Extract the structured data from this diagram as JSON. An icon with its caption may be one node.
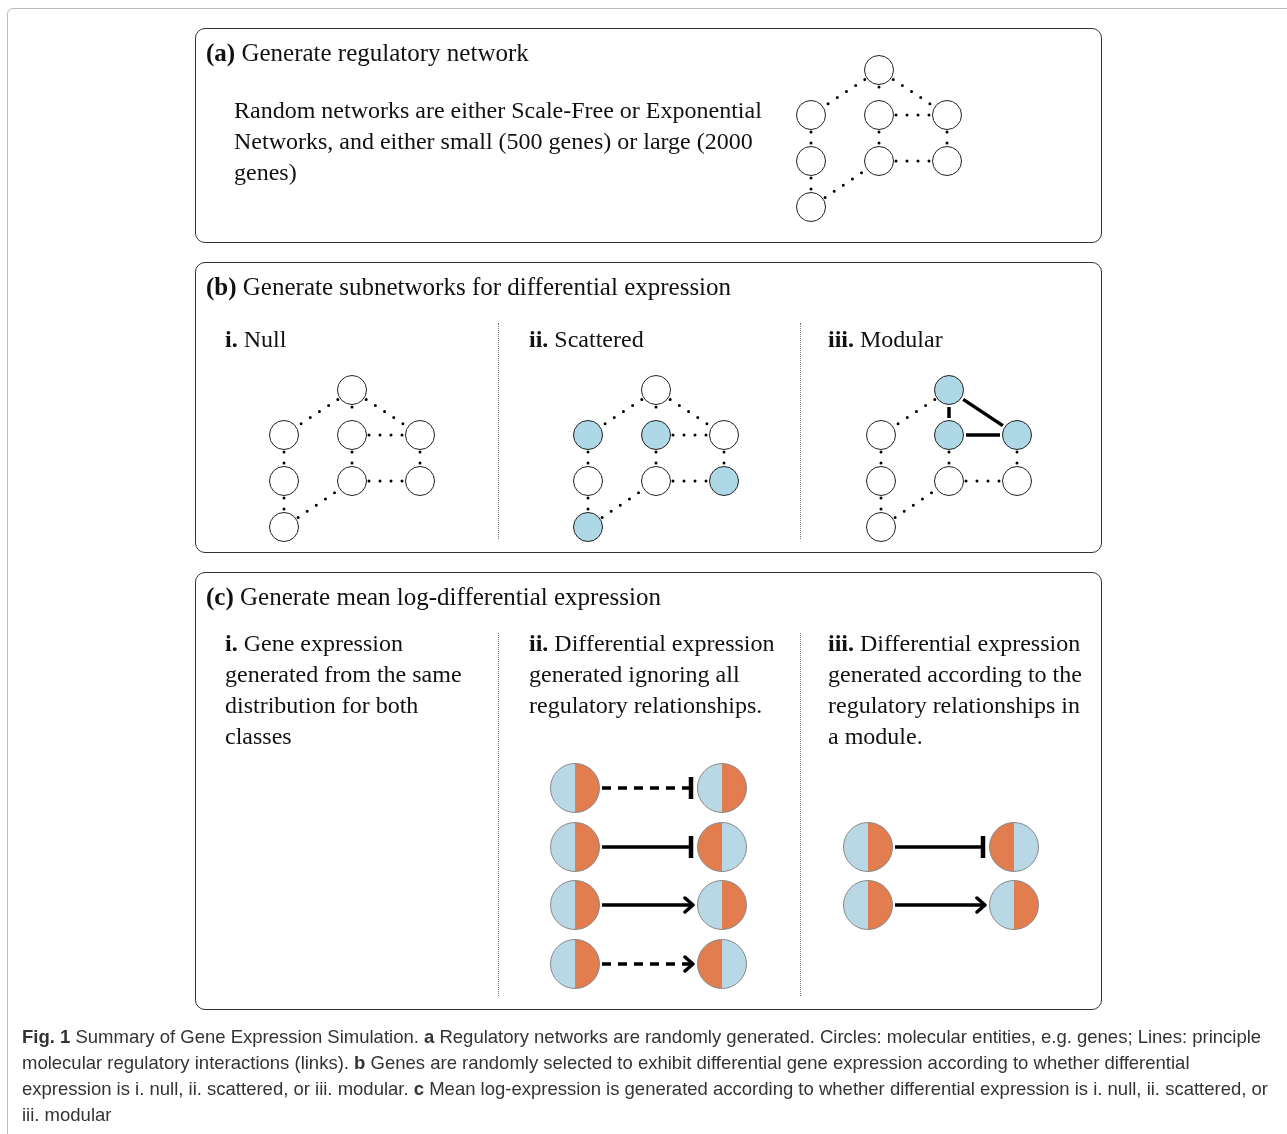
{
  "diagram": {
    "caption": "**Fig. 1** Summary of Gene Expression Simulation. **a** Regulatory networks are randomly generated. Circles: molecular entities, e.g. genes; Lines: principle molecular regulatory interactions (links). **b** Genes are randomly selected to exhibit differential gene expression according to whether differential expression is i. null, ii. scattered, or iii. modular. **c** Mean log-expression is generated according to whether differential expression is i. null, ii. scattered, or iii. modular",
    "nodes": [
      {
        "text": [
          "**(a)** Generate regulatory network",
          "Random networks are either Scale-Free or Exponential Networks, and either small (500 genes) or large (2000 genes)"
        ]
      },
      {
        "text": [],
        "shape": "circle",
        "in": 0
      },
      {
        "text": [],
        "shape": "circle",
        "in": 0
      },
      {
        "text": [],
        "shape": "circle",
        "in": 0
      },
      {
        "text": [],
        "shape": "circle",
        "in": 0
      },
      {
        "text": [],
        "shape": "circle",
        "in": 0
      },
      {
        "text": [],
        "shape": "circle",
        "in": 0
      },
      {
        "text": [],
        "shape": "circle",
        "in": 0
      },
      {
        "text": [],
        "shape": "circle",
        "in": 0
      },
      {
        "text": [
          "**(b)** Generate subnetworks for differential expression"
        ]
      },
      {
        "text": [],
        "shape": "circle",
        "in": 9
      },
      {
        "text": [],
        "shape": "circle",
        "in": 9
      },
      {
        "text": [],
        "shape": "circle",
        "in": 9
      },
      {
        "text": [],
        "shape": "circle",
        "in": 9
      },
      {
        "text": [],
        "shape": "circle",
        "in": 9
      },
      {
        "text": [],
        "shape": "circle",
        "in": 9
      },
      {
        "text": [],
        "shape": "circle",
        "in": 9
      },
      {
        "text": [],
        "shape": "circle",
        "in": 9
      },
      {
        "text": [],
        "shape": "circle",
        "in": 9
      },
      {
        "text": [],
        "shape": "circle",
        "in": 9
      },
      {
        "text": [],
        "shape": "circle",
        "in": 9
      },
      {
        "text": [],
        "shape": "circle",
        "in": 9
      },
      {
        "text": [],
        "shape": "circle",
        "in": 9
      },
      {
        "text": [],
        "shape": "circle",
        "in": 9
      },
      {
        "text": [],
        "shape": "circle",
        "in": 9
      },
      {
        "text": [],
        "shape": "circle",
        "in": 9
      },
      {
        "text": [],
        "shape": "circle",
        "in": 9
      },
      {
        "text": [],
        "shape": "circle",
        "in": 9
      },
      {
        "text": [],
        "shape": "circle",
        "in": 9
      },
      {
        "text": [],
        "shape": "circle",
        "in": 9
      },
      {
        "text": [],
        "shape": "circle",
        "in": 9
      },
      {
        "text": [],
        "shape": "circle",
        "in": 9
      },
      {
        "text": [],
        "shape": "circle",
        "in": 9
      },
      {
        "text": [],
        "shape": "circle",
        "in": 9
      },
      {
        "text": [
          "**(c)** Generate mean log-differential expression"
        ]
      },
      {
        "text": [],
        "shape": "circle",
        "in": 34
      },
      {
        "text": [],
        "shape": "circle",
        "in": 34
      },
      {
        "text": [],
        "shape": "circle",
        "in": 34
      },
      {
        "text": [],
        "shape": "circle",
        "in": 34
      },
      {
        "text": [],
        "shape": "circle",
        "in": 34
      },
      {
        "text": [],
        "shape": "circle",
        "in": 34
      },
      {
        "text": [],
        "shape": "circle",
        "in": 34
      },
      {
        "text": [],
        "shape": "circle",
        "in": 34
      },
      {
        "text": [],
        "shape": "circle",
        "in": 34
      },
      {
        "text": [],
        "shape": "circle",
        "in": 34
      },
      {
        "text": [],
        "shape": "circle",
        "in": 34
      },
      {
        "text": [],
        "shape": "circle",
        "in": 34
      }
    ],
    "edges": [
      {
        "from": 1,
        "to": 2,
        "arrow": "none",
        "style": "dashed"
      },
      {
        "from": 1,
        "to": 3,
        "arrow": "none",
        "style": "dashed"
      },
      {
        "from": 1,
        "to": 4,
        "arrow": "none",
        "style": "dashed"
      },
      {
        "from": 3,
        "to": 4,
        "arrow": "none",
        "style": "dashed"
      },
      {
        "from": 2,
        "to": 5,
        "arrow": "none",
        "style": "dashed"
      },
      {
        "from": 3,
        "to": 6,
        "arrow": "none",
        "style": "dashed"
      },
      {
        "from": 4,
        "to": 7,
        "arrow": "none",
        "style": "dashed"
      },
      {
        "from": 6,
        "to": 7,
        "arrow": "none",
        "style": "dashed"
      },
      {
        "from": 5,
        "to": 8,
        "arrow": "none",
        "style": "dashed"
      },
      {
        "from": 8,
        "to": 6,
        "arrow": "none",
        "style": "dashed"
      },
      {
        "from": 10,
        "to": 11,
        "arrow": "none",
        "style": "dashed"
      },
      {
        "from": 10,
        "to": 12,
        "arrow": "none",
        "style": "dashed"
      },
      {
        "from": 10,
        "to": 13,
        "arrow": "none",
        "style": "dashed"
      },
      {
        "from": 12,
        "to": 13,
        "arrow": "none",
        "style": "dashed"
      },
      {
        "from": 11,
        "to": 14,
        "arrow": "none",
        "style": "dashed"
      },
      {
        "from": 12,
        "to": 15,
        "arrow": "none",
        "style": "dashed"
      },
      {
        "from": 13,
        "to": 16,
        "arrow": "none",
        "style": "dashed"
      },
      {
        "from": 15,
        "to": 16,
        "arrow": "none",
        "style": "dashed"
      },
      {
        "from": 14,
        "to": 17,
        "arrow": "none",
        "style": "dashed"
      },
      {
        "from": 17,
        "to": 15,
        "arrow": "none",
        "style": "dashed"
      },
      {
        "from": 18,
        "to": 19,
        "arrow": "none",
        "style": "dashed"
      },
      {
        "from": 18,
        "to": 20,
        "arrow": "none",
        "style": "dashed"
      },
      {
        "from": 18,
        "to": 21,
        "arrow": "none",
        "style": "dashed"
      },
      {
        "from": 20,
        "to": 21,
        "arrow": "none",
        "style": "dashed"
      },
      {
        "from": 19,
        "to": 22,
        "arrow": "none",
        "style": "dashed"
      },
      {
        "from": 20,
        "to": 23,
        "arrow": "none",
        "style": "dashed"
      },
      {
        "from": 21,
        "to": 24,
        "arrow": "none",
        "style": "dashed"
      },
      {
        "from": 23,
        "to": 24,
        "arrow": "none",
        "style": "dashed"
      },
      {
        "from": 22,
        "to": 25,
        "arrow": "none",
        "style": "dashed"
      },
      {
        "from": 25,
        "to": 23,
        "arrow": "none",
        "style": "dashed"
      },
      {
        "from": 26,
        "to": 27,
        "arrow": "none",
        "style": "dashed"
      },
      {
        "from": 26,
        "to": 28,
        "arrow": "none"
      },
      {
        "from": 26,
        "to": 29,
        "arrow": "none"
      },
      {
        "from": 28,
        "to": 29,
        "arrow": "none"
      },
      {
        "from": 27,
        "to": 30,
        "arrow": "none",
        "style": "dashed"
      },
      {
        "from": 28,
        "to": 31,
        "arrow": "none",
        "style": "dashed"
      },
      {
        "from": 29,
        "to": 32,
        "arrow": "none",
        "style": "dashed"
      },
      {
        "from": 31,
        "to": 32,
        "arrow": "none",
        "style": "dashed"
      },
      {
        "from": 30,
        "to": 33,
        "arrow": "none",
        "style": "dashed"
      },
      {
        "from": 33,
        "to": 31,
        "arrow": "none",
        "style": "dashed"
      },
      {
        "from": 35,
        "to": 36,
        "arrow": "other",
        "style": "dashed"
      },
      {
        "from": 37,
        "to": 38,
        "arrow": "other"
      },
      {
        "from": 39,
        "to": 40,
        "arrow": "to"
      },
      {
        "from": 41,
        "to": 42,
        "arrow": "to",
        "style": "dashed"
      },
      {
        "from": 43,
        "to": 44,
        "arrow": "other"
      },
      {
        "from": 45,
        "to": 46,
        "arrow": "to"
      }
    ],
    "labels": [
      "**i.** Null",
      "**ii.** Scattered",
      "**iii.** Modular",
      "**i.** Gene expression generated from the same distribution for both classes",
      "**ii.** Differential expression generated ignoring all regulatory relationships.",
      "**iii.** Differential expression generated according to the regulatory relationships in a module."
    ]
  }
}
